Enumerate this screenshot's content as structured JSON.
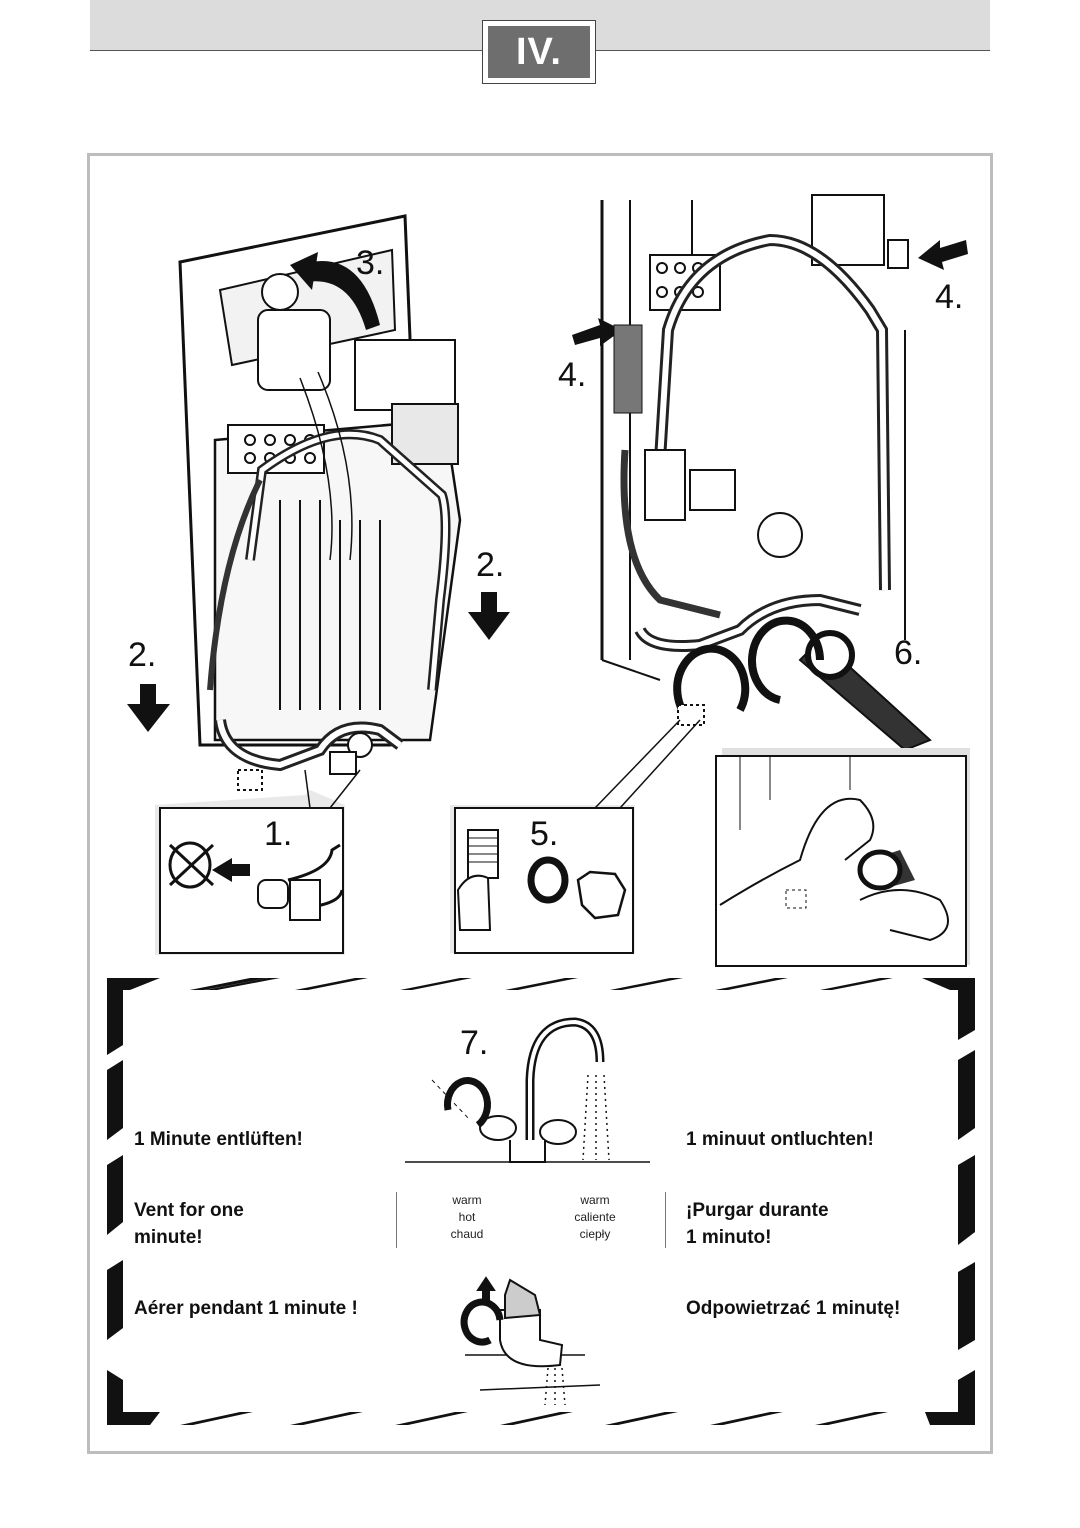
{
  "header": {
    "section_label": "IV."
  },
  "steps": {
    "s1": "1.",
    "s2a": "2.",
    "s2b": "2.",
    "s3": "3.",
    "s4a": "4.",
    "s4b": "4.",
    "s5": "5.",
    "s6": "6.",
    "s7": "7."
  },
  "vent_panel": {
    "de": "1 Minute entlüften!",
    "en_line1": "Vent  for one",
    "en_line2": "minute!",
    "fr": "Aérer pendant 1 minute !",
    "nl": "1 minuut ontluchten!",
    "es_line1": "¡Purgar durante",
    "es_line2": "1 minuto!",
    "pl": "Odpowietrzać 1 minutę!"
  },
  "tap_legend": {
    "left": [
      "warm",
      "hot",
      "chaud"
    ],
    "right": [
      "warm",
      "caliente",
      "ciepły"
    ]
  },
  "colors": {
    "frame": "#bdbdbd",
    "badge": "#6e6e6e",
    "stripe": "#111111"
  }
}
